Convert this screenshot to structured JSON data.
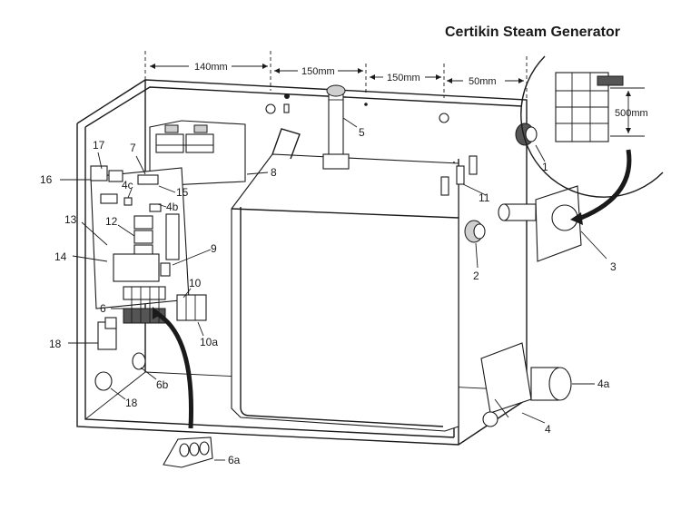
{
  "title": "Certikin Steam Generator",
  "dimensions": {
    "d1": "140mm",
    "d2": "150mm",
    "d3": "150mm",
    "d4": "50mm",
    "inset": "500mm"
  },
  "callouts": {
    "c1": "1",
    "c2": "2",
    "c3": "3",
    "c4": "4",
    "c4a": "4a",
    "c4b": "4b",
    "c4c": "4c",
    "c5": "5",
    "c6": "6",
    "c6a": "6a",
    "c6b": "6b",
    "c7": "7",
    "c8": "8",
    "c9": "9",
    "c10": "10",
    "c10a": "10a",
    "c11": "11",
    "c12": "12",
    "c13": "13",
    "c14": "14",
    "c15": "15",
    "c16": "16",
    "c17": "17",
    "c18a": "18",
    "c18b": "18"
  }
}
